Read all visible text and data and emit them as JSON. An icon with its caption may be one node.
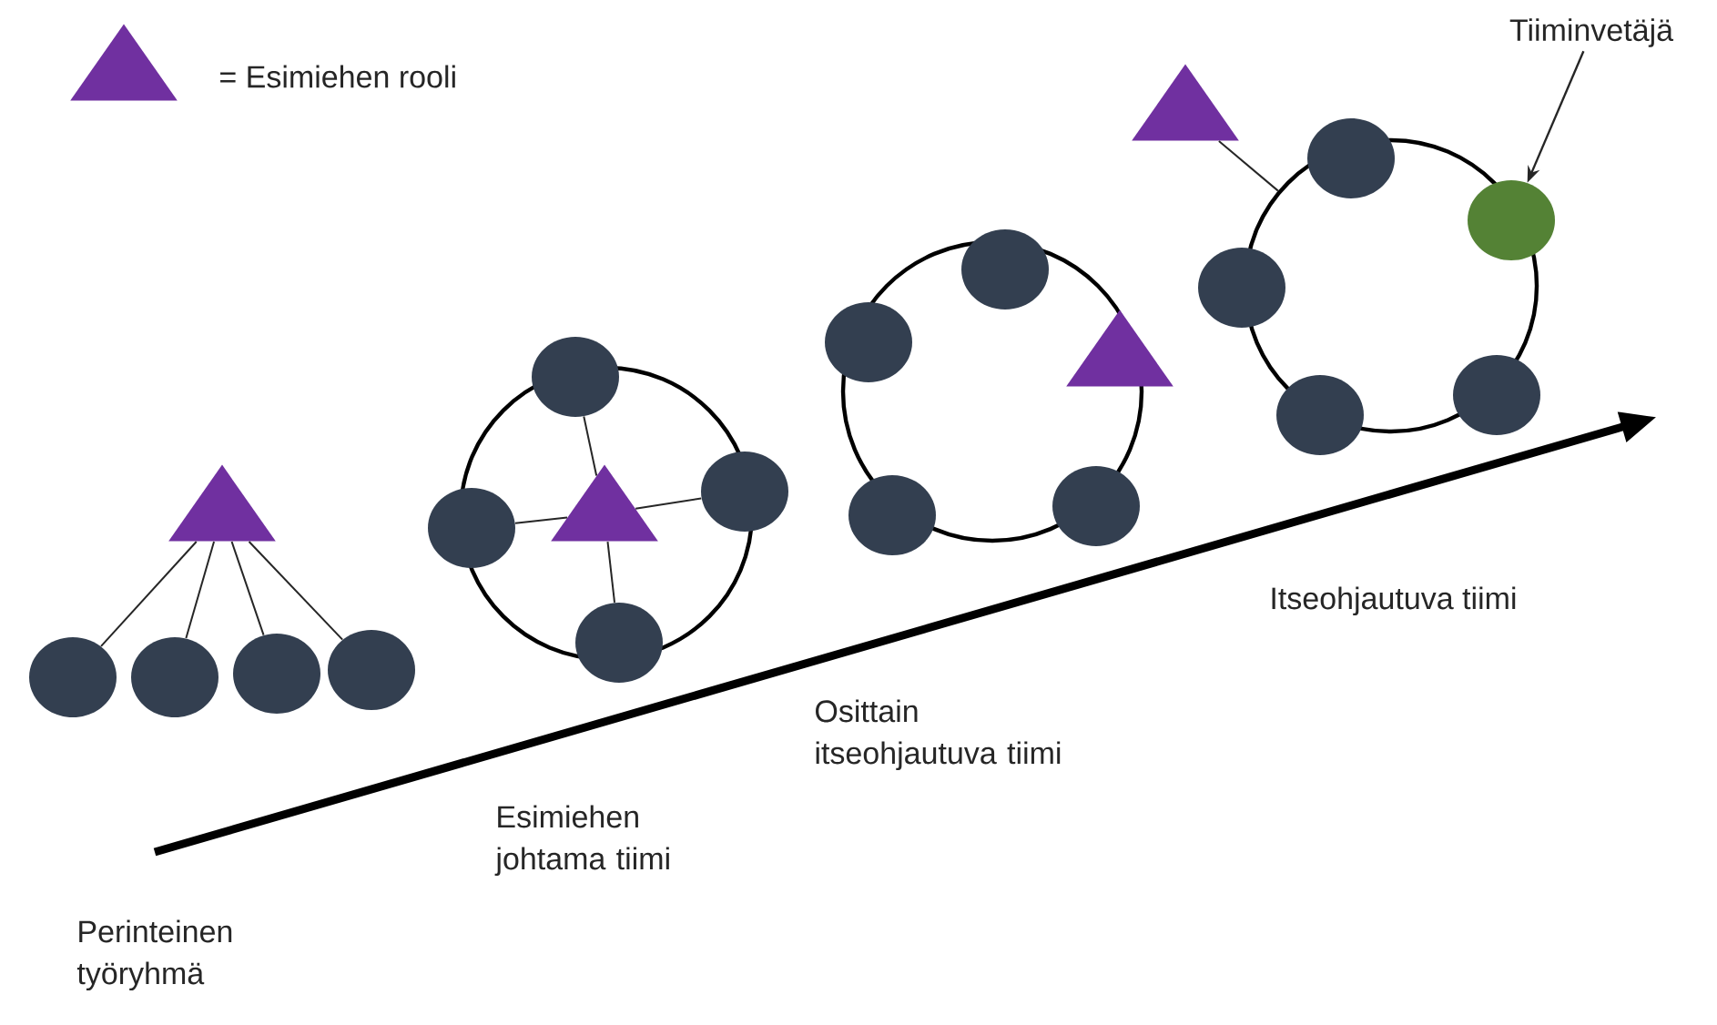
{
  "diagram": {
    "nodes": [
      {
        "text": [],
        "shape": "triangle"
      },
      {
        "text": [],
        "shape": "circle"
      },
      {
        "text": [],
        "shape": "circle"
      },
      {
        "text": [],
        "shape": "circle"
      },
      {
        "text": [],
        "shape": "circle"
      },
      {
        "text": [],
        "shape": "ring"
      },
      {
        "text": [],
        "shape": "circle"
      },
      {
        "text": [],
        "shape": "circle"
      },
      {
        "text": [],
        "shape": "triangle",
        "in": 5
      },
      {
        "text": [],
        "shape": "circle"
      },
      {
        "text": [],
        "shape": "circle"
      },
      {
        "text": [],
        "shape": "ring"
      },
      {
        "text": [],
        "shape": "circle"
      },
      {
        "text": [],
        "shape": "circle"
      },
      {
        "text": [],
        "shape": "triangle"
      },
      {
        "text": [],
        "shape": "circle"
      },
      {
        "text": [],
        "shape": "circle"
      },
      {
        "text": [],
        "shape": "triangle"
      },
      {
        "text": [
          "Tiiminvetäjä"
        ]
      },
      {
        "text": [],
        "shape": "ring"
      },
      {
        "text": [],
        "shape": "circle"
      },
      {
        "text": [],
        "shape": "circle"
      },
      {
        "text": [],
        "shape": "circle"
      },
      {
        "text": [],
        "shape": "circle"
      },
      {
        "text": [],
        "shape": "circle"
      }
    ],
    "edges": [
      {
        "from": 0,
        "to": 1,
        "arrow": "none"
      },
      {
        "from": 0,
        "to": 2,
        "arrow": "none"
      },
      {
        "from": 0,
        "to": 3,
        "arrow": "none"
      },
      {
        "from": 0,
        "to": 4,
        "arrow": "none"
      },
      {
        "from": 8,
        "to": 6,
        "arrow": "none"
      },
      {
        "from": 8,
        "to": 7,
        "arrow": "none"
      },
      {
        "from": 8,
        "to": 9,
        "arrow": "none"
      },
      {
        "from": 8,
        "to": 10,
        "arrow": "none"
      },
      {
        "from": 17,
        "to": 19,
        "arrow": "none"
      },
      {
        "from": 18,
        "to": 21,
        "arrow": "to"
      }
    ],
    "labels": [
      "Itseohjautuva tiimi",
      "Osittain itseohjautuva tiimi",
      "Esimiehen johtama tiimi",
      "Perinteinen työryhmä"
    ],
    "legend": [
      {
        "text": "= Esimiehen rooli"
      }
    ]
  }
}
